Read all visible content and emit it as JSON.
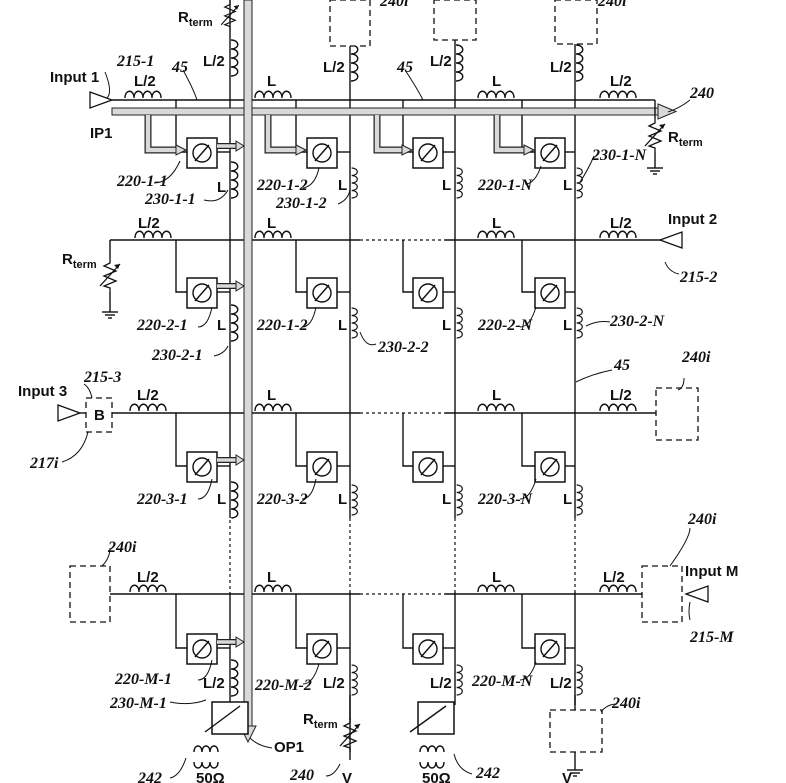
{
  "inputs": {
    "input1": "Input 1",
    "input2": "Input 2",
    "input3": "Input 3",
    "inputM": "Input M"
  },
  "inductor_labels": {
    "half": "L/2",
    "full": "L"
  },
  "terminations": {
    "rterm_main": "R",
    "rterm_sub": "term",
    "fifty": "50Ω",
    "v": "V"
  },
  "buffer_label": "B",
  "phase_symbol": "Ø",
  "references": {
    "r215_1": "215-1",
    "r215_2": "215-2",
    "r215_3": "215-3",
    "r215_M": "215-M",
    "r45": "45",
    "r240": "240",
    "r240i": "240i",
    "r242": "242",
    "r217i": "217i",
    "ip1": "IP1",
    "op1": "OP1",
    "r220_1_1": "220-1-1",
    "r220_1_2": "220-1-2",
    "r220_1_N": "220-1-N",
    "r230_1_1": "230-1-1",
    "r230_1_2": "230-1-2",
    "r230_1_N": "230-1-N",
    "r220_2_1": "220-2-1",
    "r220_2_2b": "220-1-2",
    "r220_2_N": "220-2-N",
    "r230_2_1": "230-2-1",
    "r230_2_2": "230-2-2",
    "r230_2_N": "230-2-N",
    "r220_3_1": "220-3-1",
    "r220_3_2": "220-3-2",
    "r220_3_N": "220-3-N",
    "r220_M_1": "220-M-1",
    "r220_M_2": "220-M-2",
    "r220_M_N": "220-M-N",
    "r230_M_1": "230-M-1"
  }
}
